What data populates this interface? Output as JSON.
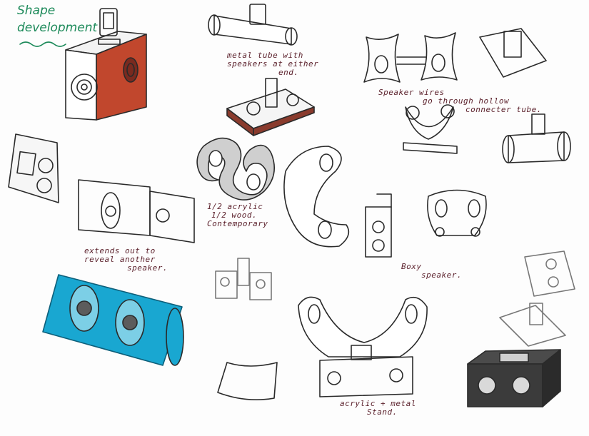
{
  "title": {
    "line1": "Shape",
    "line2": "development"
  },
  "notes": {
    "metal_tube": [
      "metal tube with",
      "speakers at either",
      "end."
    ],
    "speaker_wires": [
      "Speaker wires",
      "go through hollow",
      "connecter tube."
    ],
    "acrylic_wood": [
      "1/2 acrylic",
      "1/2 wood.",
      "Contemporary"
    ],
    "extends": [
      "extends out to",
      "reveal another",
      "speaker."
    ],
    "boxy": [
      "Boxy",
      "speaker."
    ],
    "acrylic_metal": [
      "acrylic + metal",
      "Stand."
    ]
  },
  "colors": {
    "ink": "#2a2a2a",
    "title_green": "#1d8a5a",
    "note_maroon": "#5a1f2a",
    "red_side": "#c1472d",
    "cyan_fill": "#19a7d1",
    "wood_brown": "#8a3b2d",
    "dark_box": "#3b3b3b"
  }
}
